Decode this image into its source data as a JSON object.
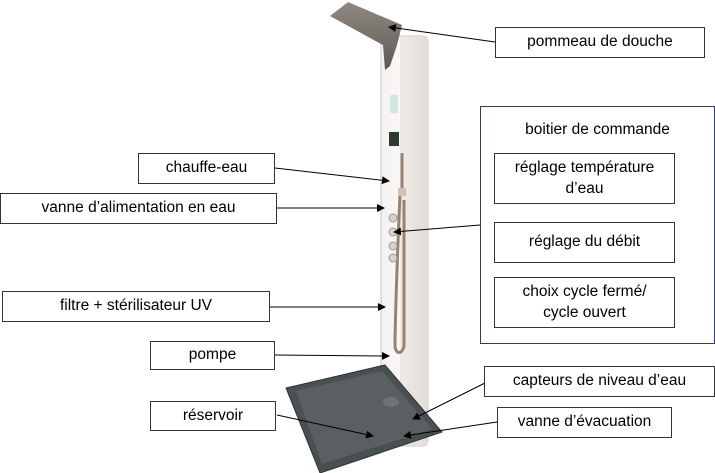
{
  "labels": {
    "shower_head": "pommeau de douche",
    "water_heater": "chauffe-eau",
    "supply_valve": "vanne d’alimentation en eau",
    "filter_uv": "filtre + stérilisateur UV",
    "pump": "pompe",
    "reservoir": "réservoir",
    "level_sensors": "capteurs de niveau d’eau",
    "drain_valve": "vanne d’évacuation"
  },
  "control_box": {
    "title": "boitier de commande",
    "items": [
      "réglage température d’eau",
      "réglage du débit",
      "choix cycle fermé/ cycle ouvert"
    ]
  }
}
